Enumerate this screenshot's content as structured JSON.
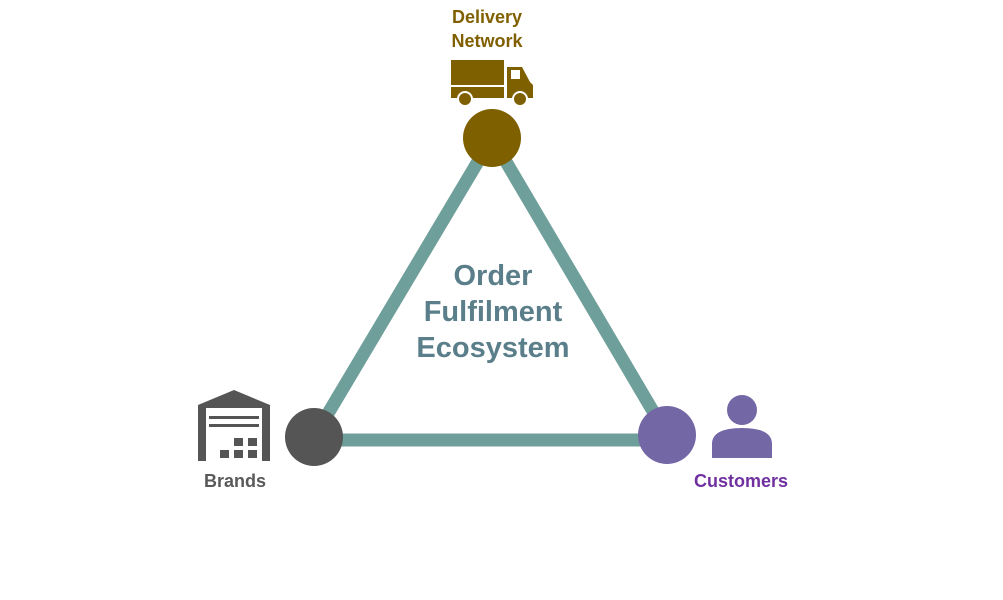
{
  "title": "Order Fulfilment Ecosystem",
  "center_label": [
    "Order",
    "Fulfilment",
    "Ecosystem"
  ],
  "nodes": {
    "delivery": {
      "label_line1": "Delivery",
      "label_line2": "Network",
      "icon": "truck-icon",
      "color": "#7f6000",
      "label_color": "#7f5f00"
    },
    "brands": {
      "label": "Brands",
      "icon": "warehouse-icon",
      "color": "#555555",
      "label_color": "#595959"
    },
    "customers": {
      "label": "Customers",
      "icon": "person-icon",
      "color": "#7367a6",
      "label_color": "#7030a0"
    }
  },
  "edge_color": "#6f9f9a"
}
